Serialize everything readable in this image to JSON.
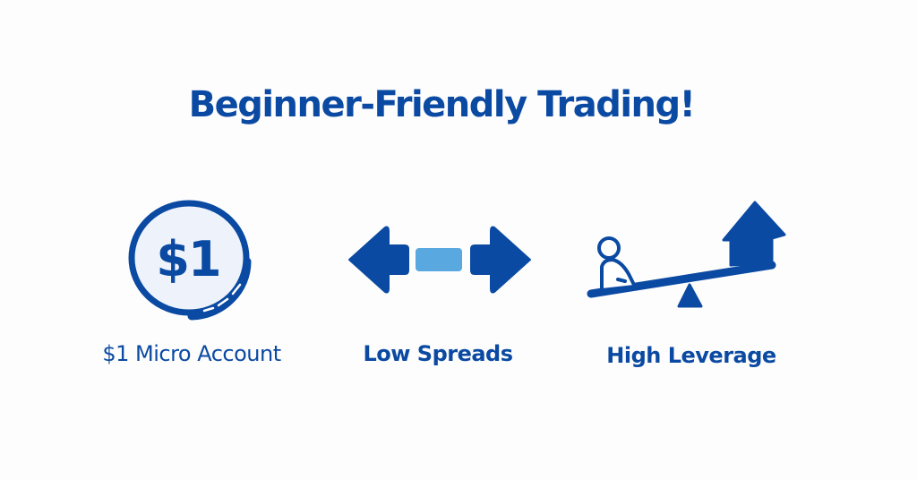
{
  "header": {
    "title": "Beginner-Friendly Trading!"
  },
  "colors": {
    "primary": "#0b4aa2",
    "accent_light": "#5aa8e0",
    "coin_fill": "#eef3fb",
    "background": "#fdfdfd"
  },
  "features": [
    {
      "icon": "dollar-coin-icon",
      "icon_text": "$1",
      "label": "$1 Micro Account"
    },
    {
      "icon": "double-arrow-spread-icon",
      "label": "Low Spreads"
    },
    {
      "icon": "seesaw-leverage-icon",
      "label": "High Leverage"
    }
  ]
}
